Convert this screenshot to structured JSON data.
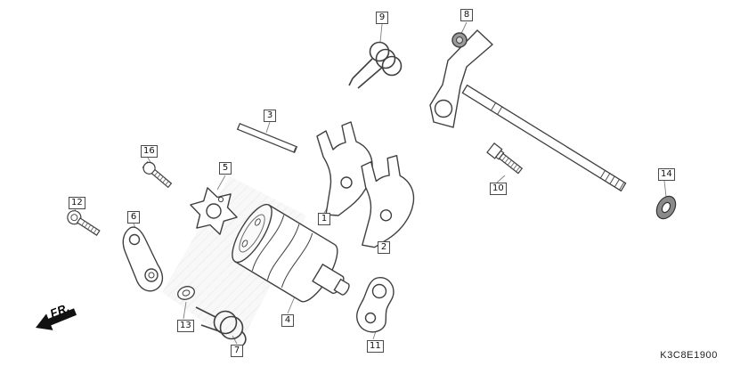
{
  "diagram_code": "K3C8E1900",
  "fr_label": "FR.",
  "callouts": [
    {
      "label": "1"
    },
    {
      "label": "2"
    },
    {
      "label": "3"
    },
    {
      "label": "4"
    },
    {
      "label": "5"
    },
    {
      "label": "6"
    },
    {
      "label": "7"
    },
    {
      "label": "8"
    },
    {
      "label": "9"
    },
    {
      "label": "10"
    },
    {
      "label": "11"
    },
    {
      "label": "12"
    },
    {
      "label": "13"
    },
    {
      "label": "14"
    },
    {
      "label": "16"
    }
  ]
}
